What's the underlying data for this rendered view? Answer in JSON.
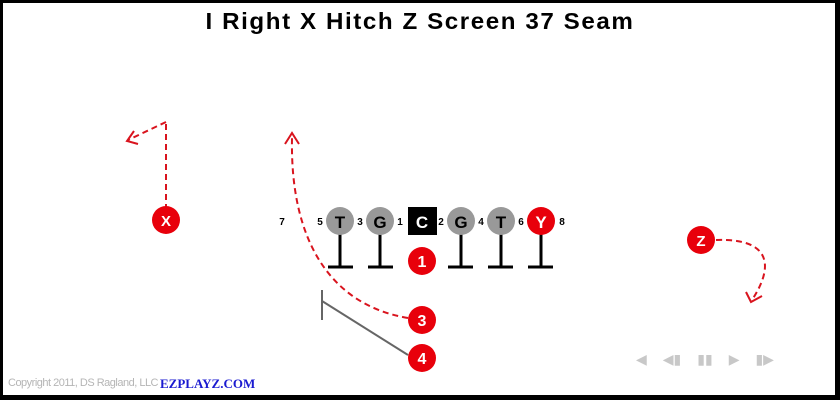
{
  "title": "I Right X Hitch Z Screen 37 Seam",
  "footer": {
    "copyright": "Copyright 2011, DS Ragland, LLC",
    "brand": "EZPLAYZ.COM"
  },
  "colors": {
    "skill_player": "#e8000b",
    "lineman": "#999999",
    "center": "#000000",
    "route": "#d9141e",
    "block_line": "#666666",
    "controls": "#c8c8c8"
  },
  "players": {
    "x": {
      "label": "X"
    },
    "z": {
      "label": "Z"
    },
    "y": {
      "label": "Y"
    },
    "lt": {
      "label": "T"
    },
    "lg": {
      "label": "G"
    },
    "c": {
      "label": "C"
    },
    "rg": {
      "label": "G"
    },
    "rt": {
      "label": "T"
    },
    "qb": {
      "label": "1"
    },
    "fb": {
      "label": "3"
    },
    "tb": {
      "label": "4"
    }
  },
  "hole_numbers": [
    "7",
    "5",
    "3",
    "1",
    "2",
    "4",
    "6",
    "8"
  ],
  "controls": {
    "rewind": "◀",
    "step_back": "◀▮",
    "pause": "▮▮",
    "play": "▶",
    "step_forward": "▮▶"
  }
}
